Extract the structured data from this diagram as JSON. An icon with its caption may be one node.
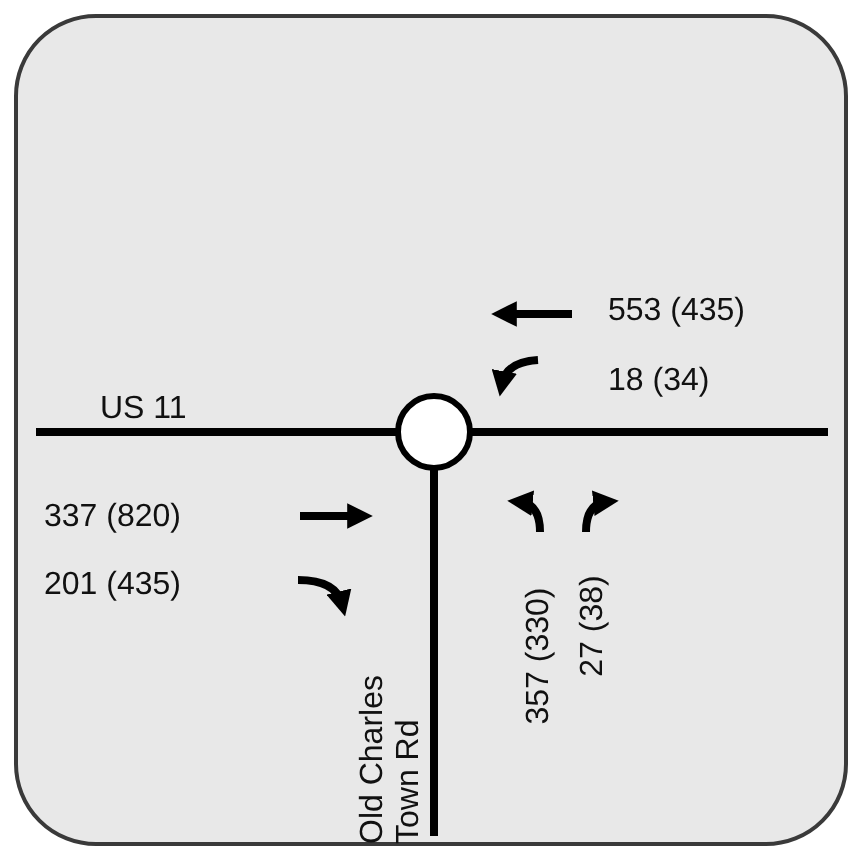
{
  "diagram": {
    "labels": [
      "553 (435)",
      "18 (34)",
      "US 11",
      "337 (820)",
      "201 (435)",
      "Old Charles Town Rd",
      "357 (330)",
      "27 (38)"
    ]
  }
}
